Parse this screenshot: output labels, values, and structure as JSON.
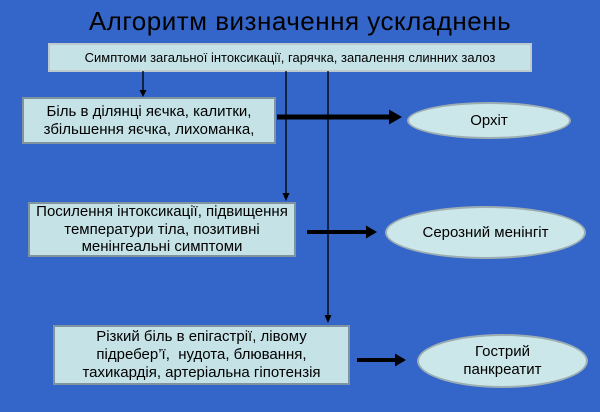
{
  "slide": {
    "title": "Алгоритм визначення ускладнень",
    "root_symptom": "Симптоми загальної інтоксикації, гарячка, запалення слинних залоз",
    "branches": [
      {
        "condition": [
          "Біль в ділянці яєчка, калитки,",
          "збільшення яєчка, лихоманка,"
        ],
        "outcome": "Орхіт"
      },
      {
        "condition": [
          "Посилення інтоксикації, підвищення",
          "температури тіла, позитивні",
          "менінгеальні симптоми"
        ],
        "outcome": "Серозний менінгіт"
      },
      {
        "condition": [
          "Різкий біль в епігастрії, лівому",
          "підребер’ї,  нудота, блювання,",
          "тахикардія, артеріальна гіпотензія"
        ],
        "outcome": [
          "Гострий",
          "панкреатит"
        ]
      }
    ],
    "colors": {
      "background": "#3465C8",
      "node_fill": "#C5E3E7",
      "node_border": "#7F949E",
      "top_node_border": "#BCC9CE",
      "ellipse_fill": "#CBE7E9",
      "ellipse_border": "#9DAEB3",
      "connector": "#000000",
      "text": "#000000"
    }
  }
}
